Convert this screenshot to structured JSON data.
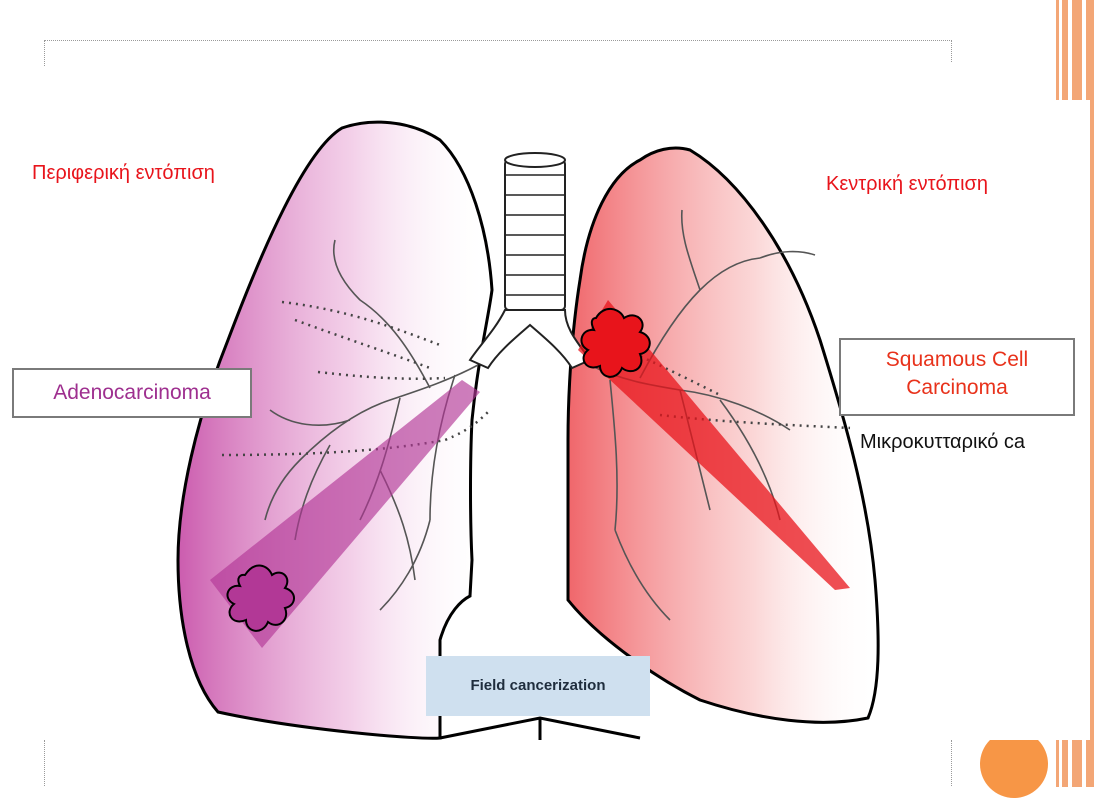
{
  "labels": {
    "peripheral": "Περιφερική εντόπιση",
    "central": "Κεντρική εντόπιση",
    "adenocarcinoma": "Adenocarcinoma",
    "squamous_line1": "Squamous Cell",
    "squamous_line2": "Carcinoma",
    "small_cell": "Μικροκυτταρικό ca",
    "field_cancerization": "Field cancerization"
  },
  "colors": {
    "label_red": "#e8141b",
    "adeno_purple": "#9e2f8f",
    "left_lung_tint": "#c23fa0",
    "right_lung_tint": "#e8141b",
    "field_box": "#cfe0ef",
    "accent_orange": "#f79646"
  },
  "icons": [
    "lung-illustration",
    "trachea",
    "bronchial-tree",
    "tumor-mass"
  ]
}
